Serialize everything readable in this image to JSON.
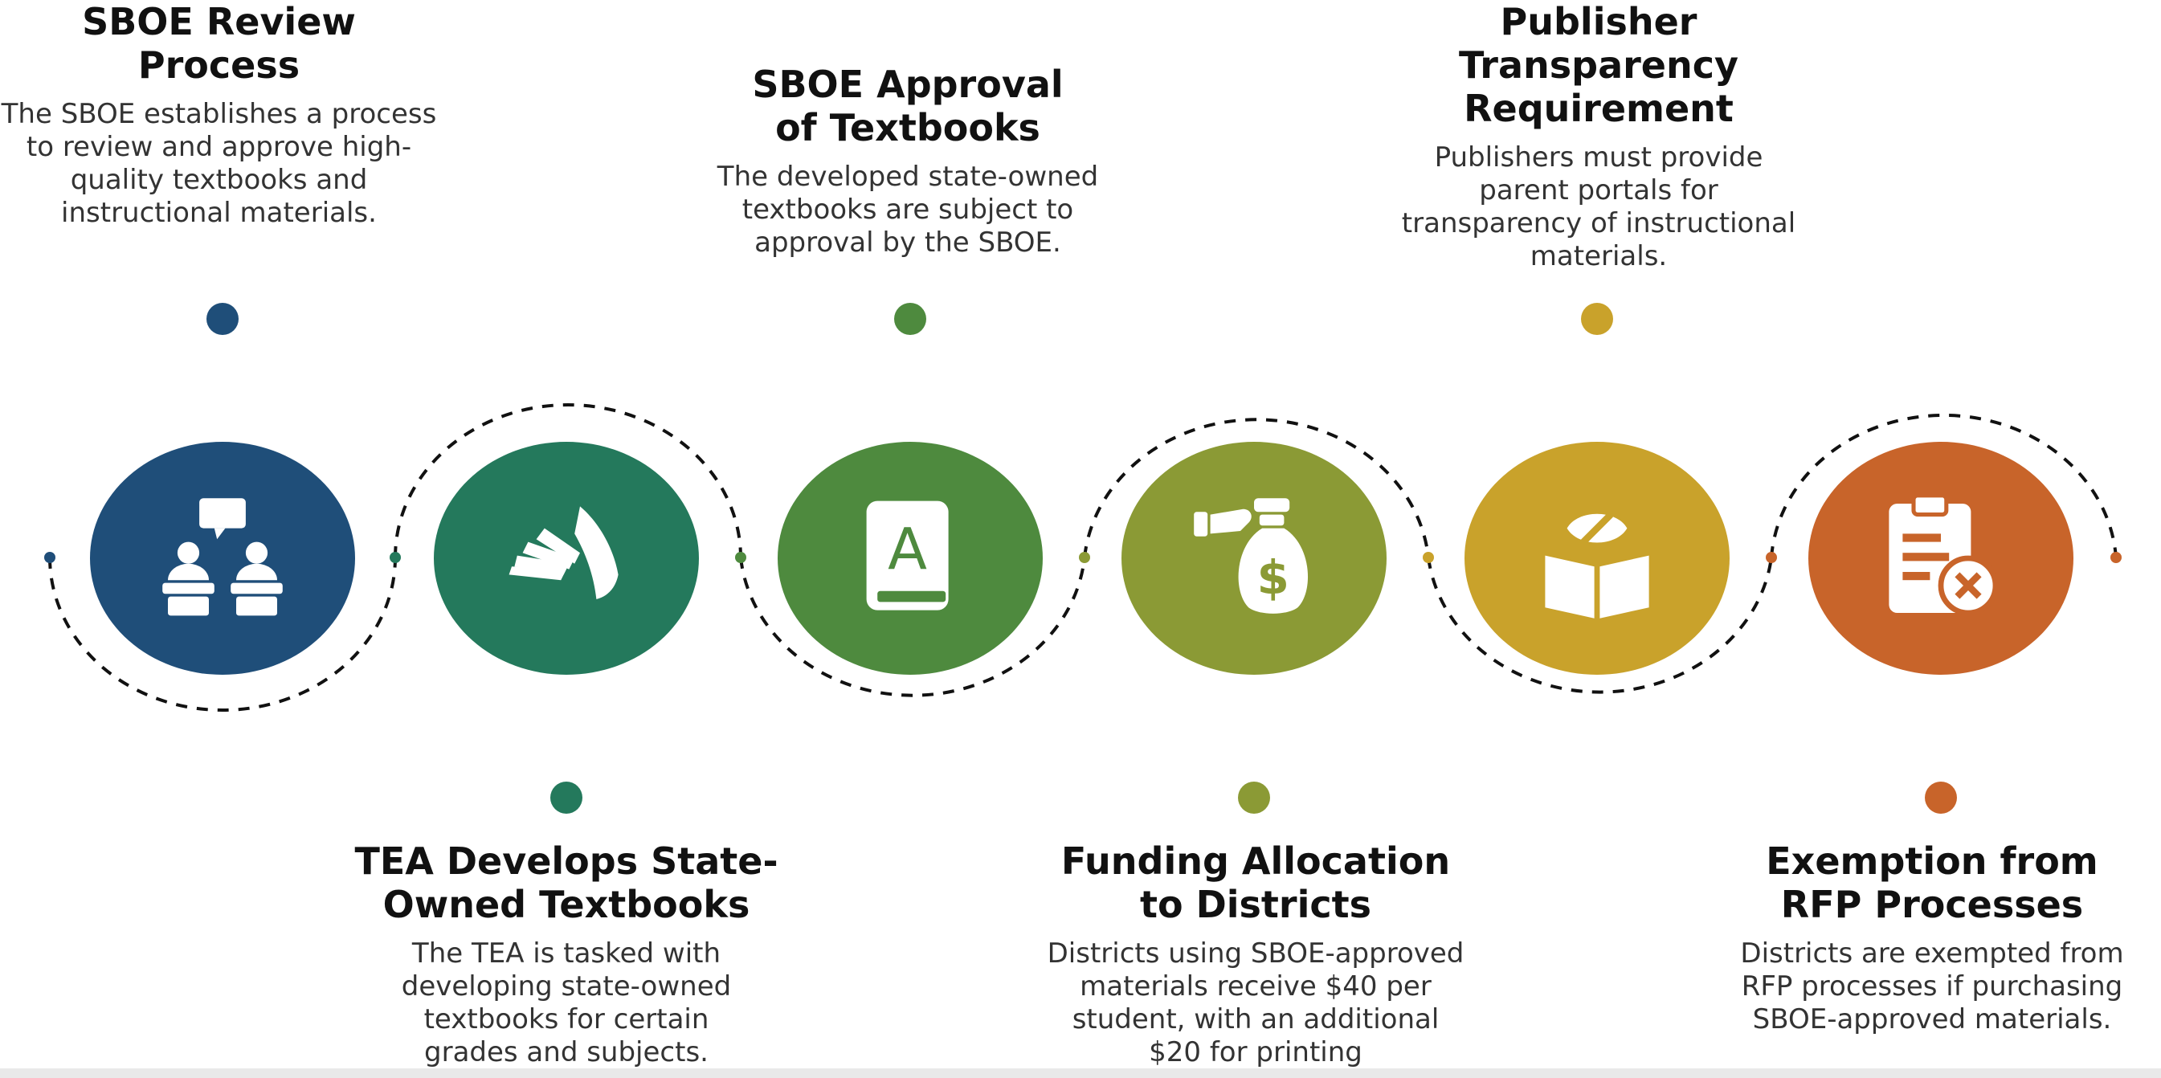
{
  "steps": [
    {
      "title": "SBOE Review Process",
      "description": "The SBOE establishes a process to review and approve high-quality textbooks and instructional materials.",
      "color": "#1F4E79",
      "icon": "meeting-presentation-icon"
    },
    {
      "title": "TEA Develops State-Owned Textbooks",
      "description": "The TEA is tasked with developing state-owned textbooks for certain grades and subjects.",
      "color": "#24795C",
      "icon": "open-book-pages-icon"
    },
    {
      "title": "SBOE Approval of Textbooks",
      "description": "The developed state-owned textbooks are subject to approval by the SBOE.",
      "color": "#4E8A3E",
      "icon": "grade-a-book-icon"
    },
    {
      "title": "Funding Allocation to Districts",
      "description": "Districts using SBOE-approved materials receive $40 per student, with an additional $20 for printing",
      "color": "#8B9A35",
      "icon": "money-bag-icon"
    },
    {
      "title": "Publisher Transparency Requirement",
      "description": "Publishers must provide parent portals for transparency of instructional materials.",
      "color": "#C9A22B",
      "icon": "book-eye-icon"
    },
    {
      "title": "Exemption from RFP Processes",
      "description": "Districts are exempted from RFP processes if purchasing SBOE-approved materials.",
      "color": "#C8642A",
      "icon": "clipboard-cancel-icon"
    }
  ]
}
